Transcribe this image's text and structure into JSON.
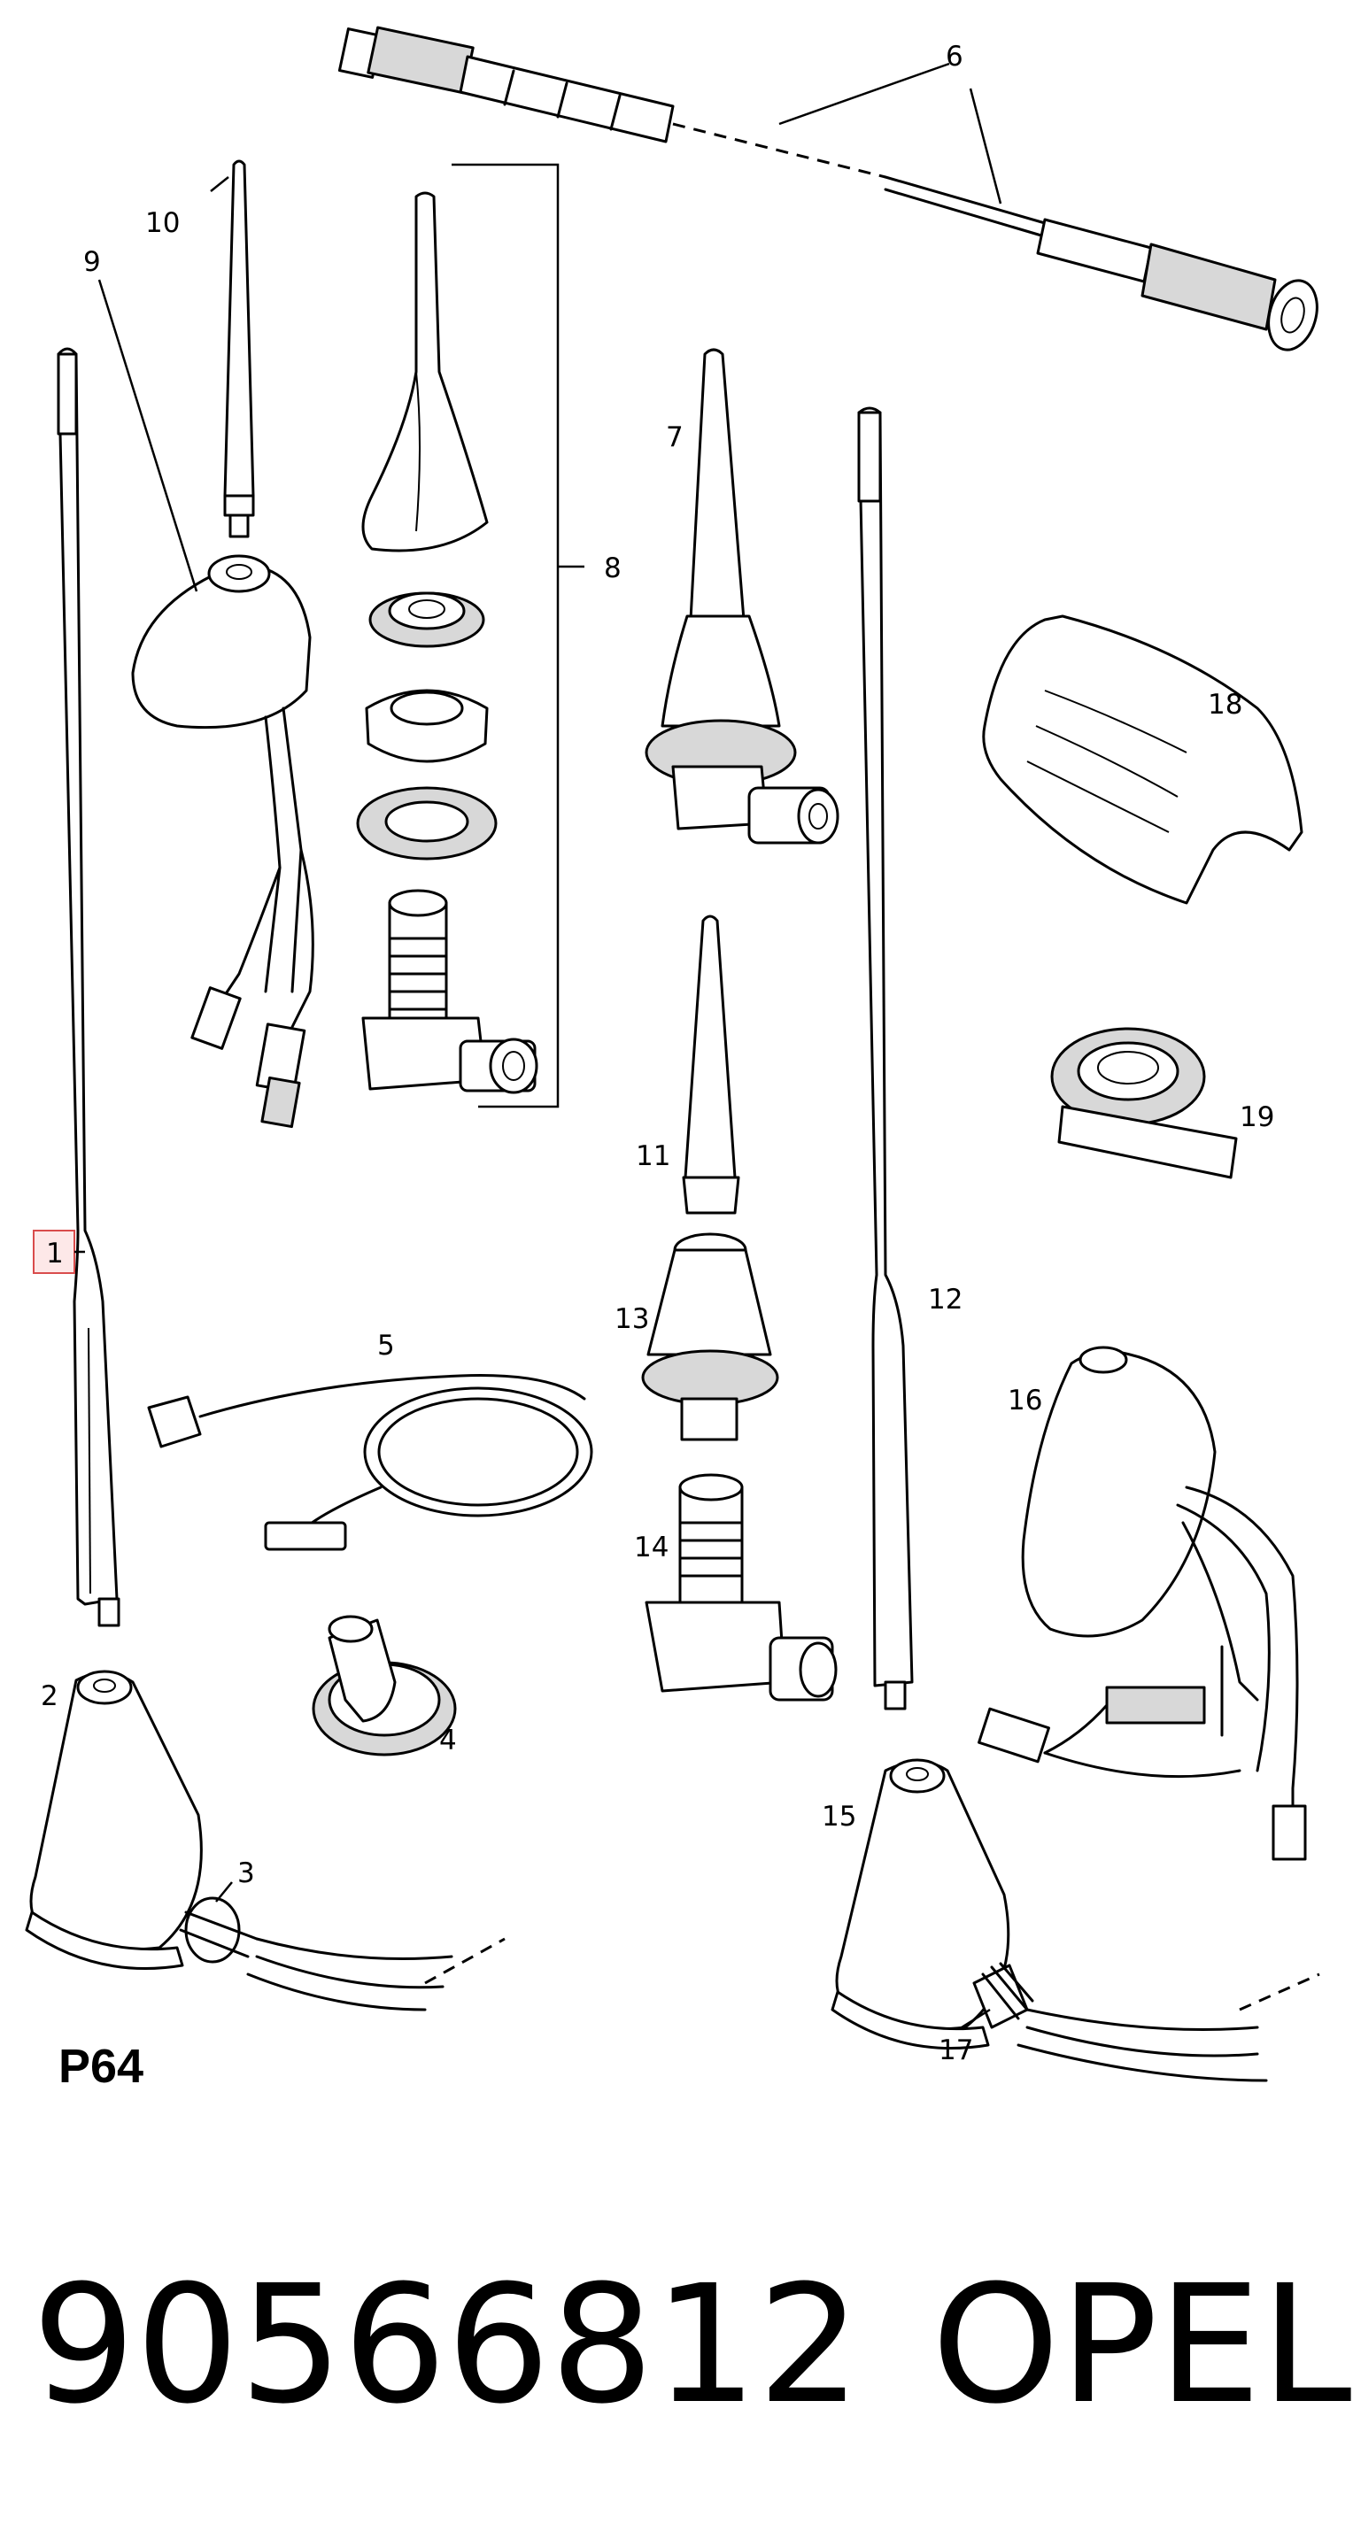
{
  "diagram": {
    "page_code": "P64",
    "part_number": "90566812",
    "brand": "OPEL",
    "callouts": [
      {
        "id": "1",
        "label": "1",
        "highlighted": true
      },
      {
        "id": "2",
        "label": "2"
      },
      {
        "id": "3",
        "label": "3"
      },
      {
        "id": "4",
        "label": "4"
      },
      {
        "id": "5",
        "label": "5"
      },
      {
        "id": "6",
        "label": "6"
      },
      {
        "id": "7",
        "label": "7"
      },
      {
        "id": "8",
        "label": "8"
      },
      {
        "id": "9",
        "label": "9"
      },
      {
        "id": "10",
        "label": "10"
      },
      {
        "id": "11",
        "label": "11"
      },
      {
        "id": "12",
        "label": "12"
      },
      {
        "id": "13",
        "label": "13"
      },
      {
        "id": "14",
        "label": "14"
      },
      {
        "id": "15",
        "label": "15"
      },
      {
        "id": "16",
        "label": "16"
      },
      {
        "id": "17",
        "label": "17"
      },
      {
        "id": "18",
        "label": "18"
      },
      {
        "id": "19",
        "label": "19"
      }
    ],
    "colors": {
      "ink": "#000000",
      "background": "#ffffff",
      "highlight_border": "#d94c4c",
      "highlight_fill": "#fde8e8"
    }
  }
}
